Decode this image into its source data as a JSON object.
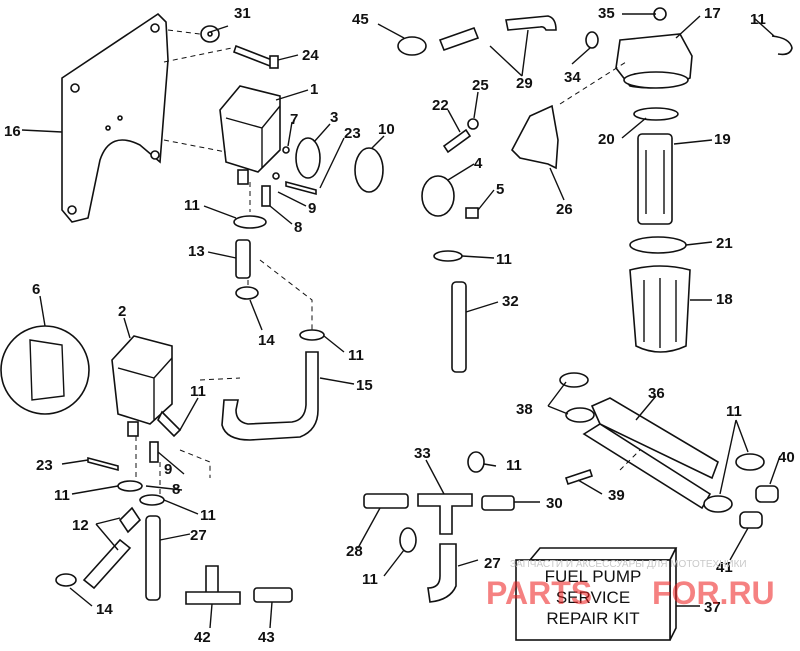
{
  "parts": [
    "1",
    "2",
    "3",
    "4",
    "5",
    "6",
    "7",
    "8",
    "9",
    "10",
    "11",
    "12",
    "13",
    "14",
    "15",
    "16",
    "17",
    "18",
    "19",
    "20",
    "21",
    "22",
    "23",
    "24",
    "25",
    "26",
    "27",
    "28",
    "29",
    "30",
    "31",
    "32",
    "33",
    "34",
    "35",
    "36",
    "37",
    "38",
    "39",
    "40",
    "41",
    "42",
    "43",
    "45"
  ],
  "kit": {
    "line1": "FUEL PUMP",
    "line2": "SERVICE",
    "line3": "REPAIR KIT"
  },
  "watermark": {
    "top": "ЗАПЧАСТИ И АКСЕССУАРЫ ДЛЯ МОТОТЕХНИКИ",
    "brand_left": "PARTS",
    "brand_right": "FOR.RU"
  },
  "colors": {
    "line": "#111111",
    "watermark_red": "#ee1c1c"
  }
}
